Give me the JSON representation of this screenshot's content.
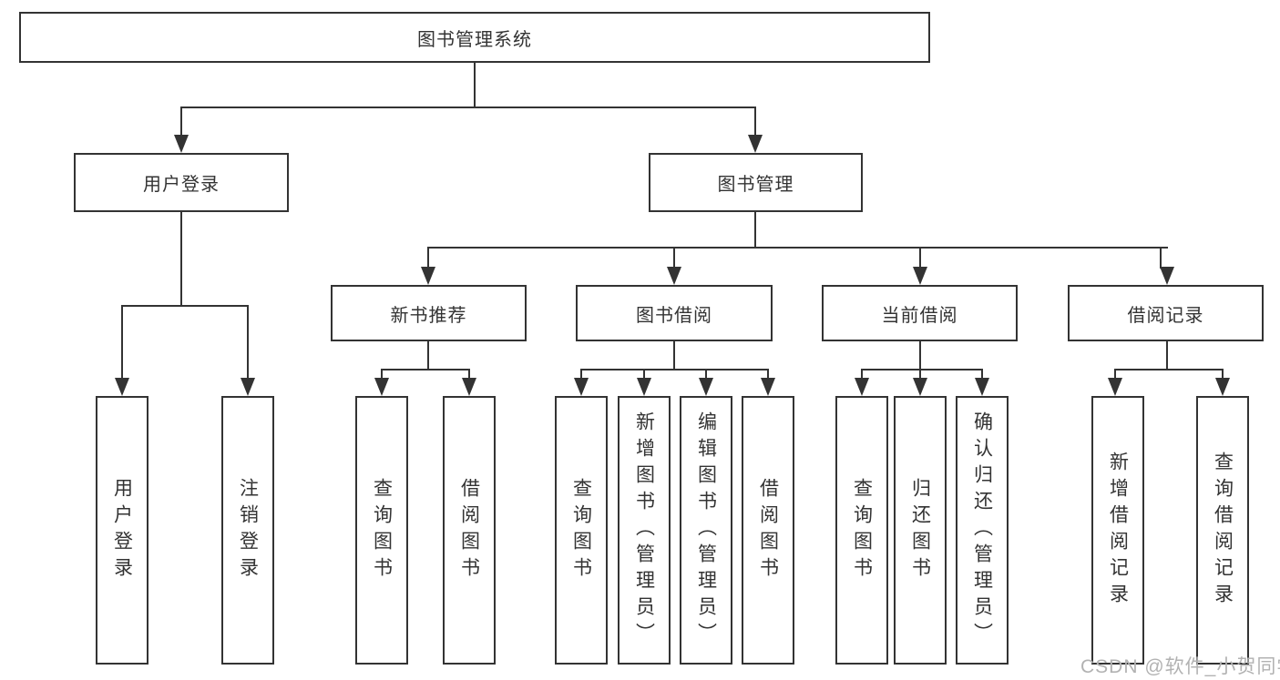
{
  "tree": {
    "label": "图书管理系统",
    "children": [
      {
        "label": "用户登录",
        "children": [
          {
            "label": "用户登录"
          },
          {
            "label": "注销登录"
          }
        ]
      },
      {
        "label": "图书管理",
        "children": [
          {
            "label": "新书推荐",
            "children": [
              {
                "label": "查询图书"
              },
              {
                "label": "借阅图书"
              }
            ]
          },
          {
            "label": "图书借阅",
            "children": [
              {
                "label": "查询图书"
              },
              {
                "label": "新增图书（管理员）"
              },
              {
                "label": "编辑图书（管理员）"
              },
              {
                "label": "借阅图书"
              }
            ]
          },
          {
            "label": "当前借阅",
            "children": [
              {
                "label": "查询图书"
              },
              {
                "label": "归还图书"
              },
              {
                "label": "确认归还（管理员）"
              }
            ]
          },
          {
            "label": "借阅记录",
            "children": [
              {
                "label": "新增借阅记录"
              },
              {
                "label": "查询借阅记录"
              }
            ]
          }
        ]
      }
    ]
  },
  "watermark": {
    "text": "CSDN @软件_小贺同学"
  },
  "colors": {
    "line": "#333333",
    "text": "#333333",
    "watermark": "#b2b2b2",
    "background": "#ffffff"
  }
}
